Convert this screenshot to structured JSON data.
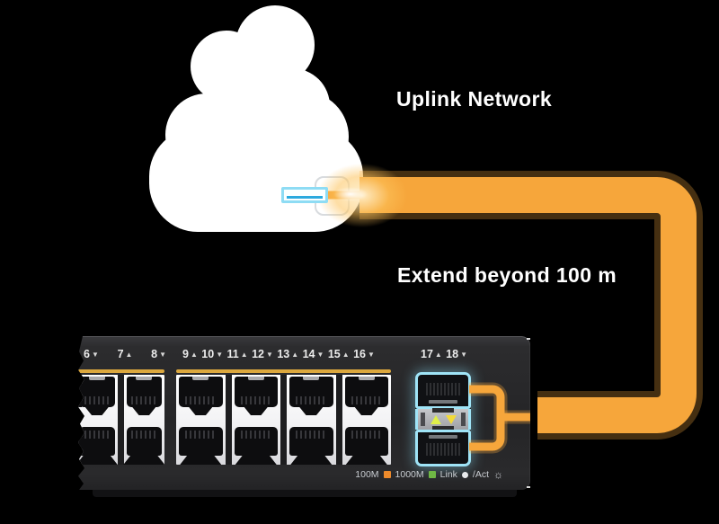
{
  "headings": {
    "uplink": "Uplink Network",
    "extend": "Extend beyond 100 m"
  },
  "switch": {
    "port_groups": [
      {
        "labels": [
          {
            "num": "6",
            "arrow": "▼"
          },
          {
            "num": "7",
            "arrow": "▲"
          },
          {
            "num": "8",
            "arrow": "▼"
          }
        ]
      },
      {
        "labels": [
          {
            "num": "9",
            "arrow": "▲"
          },
          {
            "num": "10",
            "arrow": "▼"
          },
          {
            "num": "11",
            "arrow": "▲"
          },
          {
            "num": "12",
            "arrow": "▼"
          },
          {
            "num": "13",
            "arrow": "▲"
          },
          {
            "num": "14",
            "arrow": "▼"
          },
          {
            "num": "15",
            "arrow": "▲"
          },
          {
            "num": "16",
            "arrow": "▼"
          }
        ]
      },
      {
        "labels": [
          {
            "num": "17",
            "arrow": "▲"
          },
          {
            "num": "18",
            "arrow": "▼"
          }
        ]
      }
    ],
    "legend": {
      "items": [
        {
          "label": "100M"
        },
        {
          "label": "1000M"
        },
        {
          "label": "Link"
        },
        {
          "label": "/Act"
        }
      ]
    }
  },
  "colors": {
    "background": "#000000",
    "cable_orange": "#F6A63B",
    "highlight_cyan": "#9FE4F7",
    "label_underline_yellow": "#DCA83E",
    "legend_100m_orange": "#ED8A2B",
    "legend_1000m_green": "#6FB845"
  }
}
